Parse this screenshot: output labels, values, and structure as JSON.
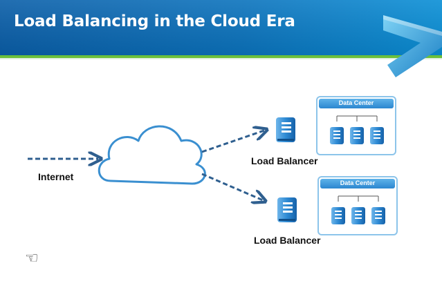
{
  "slide": {
    "title": "Load Balancing in the Cloud Era"
  },
  "diagram": {
    "internet_label": "Internet",
    "load_balancers": [
      {
        "label": "Load Balancer",
        "data_center_title": "Data Center"
      },
      {
        "label": "Load Balancer",
        "data_center_title": "Data Center"
      }
    ]
  },
  "colors": {
    "header_blue": "#0b6fb5",
    "accent_green": "#6abf3b",
    "arrow_blue": "#2f5f8f",
    "cloud_outline": "#3a8fd0",
    "server_blue": "#1f7cc9"
  },
  "icons": [
    "cloud-icon",
    "server-icon",
    "pointing-hand-icon"
  ]
}
